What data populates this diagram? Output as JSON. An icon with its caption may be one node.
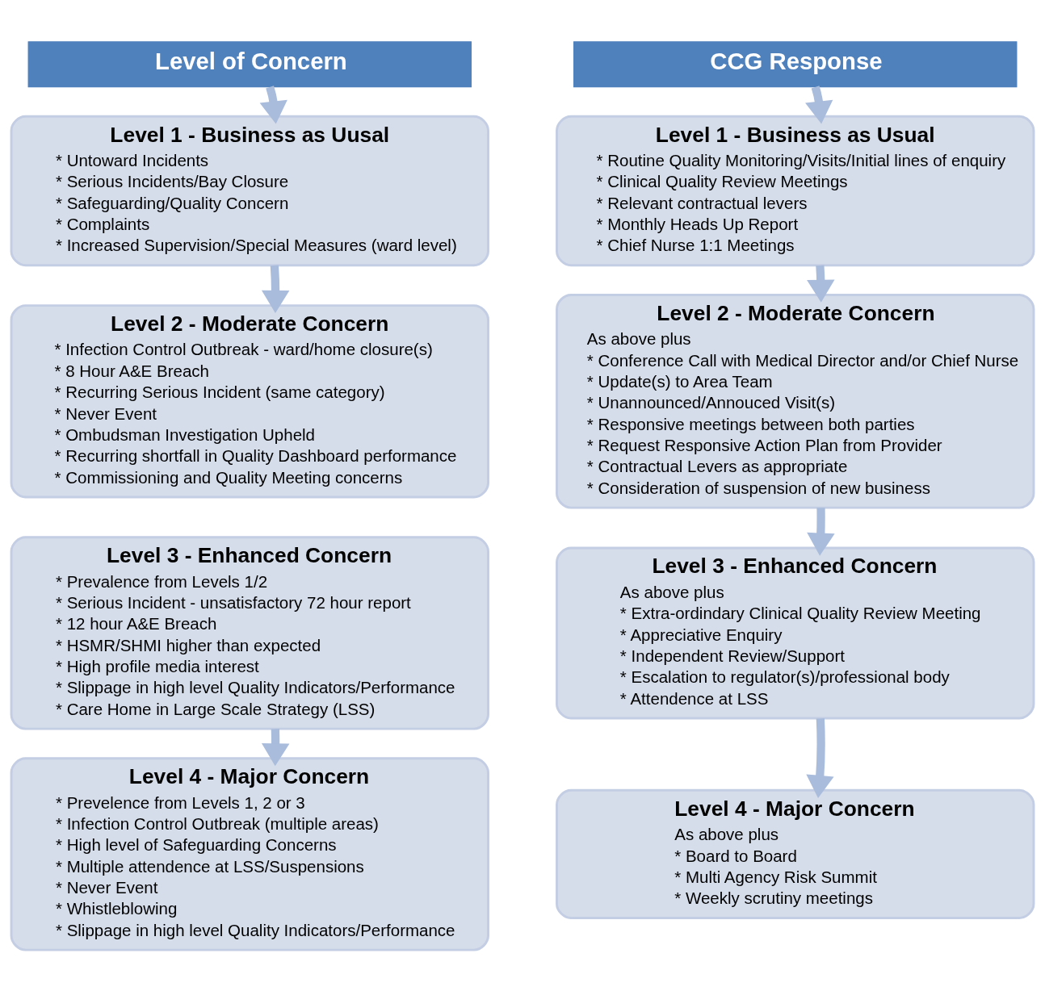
{
  "diagram": {
    "nodes": [
      {
        "text": [
          "Level of Concern"
        ]
      },
      {
        "text": [
          "Level 1 - Business as Uusal",
          "* Untoward Incidents",
          "* Serious Incidents/Bay Closure",
          "* Safeguarding/Quality Concern",
          "* Complaints",
          "* Increased Supervision/Special Measures (ward level)"
        ]
      },
      {
        "text": [
          "Level 2 - Moderate Concern",
          "* Infection Control Outbreak - ward/home closure(s)",
          "* 8 Hour A&E Breach",
          "* Recurring Serious Incident (same category)",
          "* Never Event",
          "* Ombudsman Investigation Upheld",
          "* Recurring shortfall in Quality Dashboard performance",
          "* Commissioning and Quality Meeting concerns"
        ]
      },
      {
        "text": [
          "Level 3 - Enhanced Concern",
          "* Prevalence from Levels 1/2",
          "* Serious Incident - unsatisfactory 72 hour report",
          "* 12 hour A&E Breach",
          "* HSMR/SHMI higher than expected",
          "* High profile media interest",
          "* Slippage in high level Quality Indicators/Performance",
          "* Care Home in Large Scale Strategy (LSS)"
        ]
      },
      {
        "text": [
          "Level 4 - Major Concern",
          "* Prevelence from Levels 1, 2 or 3",
          "* Infection Control Outbreak (multiple areas)",
          "* High level of Safeguarding Concerns",
          "* Multiple attendence at LSS/Suspensions",
          "* Never Event",
          "* Whistleblowing",
          "* Slippage in high level Quality Indicators/Performance"
        ]
      },
      {
        "text": [
          "CCG Response"
        ]
      },
      {
        "text": [
          "Level 1 - Business as Usual",
          "* Routine Quality Monitoring/Visits/Initial lines of enquiry",
          "* Clinical Quality Review Meetings",
          "* Relevant contractual levers",
          "* Monthly Heads Up Report",
          "* Chief Nurse 1:1 Meetings"
        ]
      },
      {
        "text": [
          "Level 2 - Moderate Concern",
          "As above plus",
          "* Conference Call with Medical Director and/or Chief Nurse",
          "* Update(s) to Area Team",
          "* Unannounced/Annouced Visit(s)",
          "* Responsive meetings between both parties",
          "* Request Responsive Action Plan from Provider",
          "* Contractual Levers as appropriate",
          "* Consideration of suspension of new business"
        ]
      },
      {
        "text": [
          "Level 3 - Enhanced Concern",
          "As above plus",
          "* Extra-ordindary Clinical Quality Review Meeting",
          "* Appreciative Enquiry",
          "* Independent Review/Support",
          "* Escalation to regulator(s)/professional body",
          "* Attendence at LSS"
        ]
      },
      {
        "text": [
          "Level 4 - Major Concern",
          "As above plus",
          "* Board to Board",
          "* Multi Agency Risk Summit",
          "* Weekly scrutiny meetings"
        ]
      }
    ],
    "edges": [
      {
        "from": 0,
        "to": 1,
        "arrow": "to"
      },
      {
        "from": 1,
        "to": 2,
        "arrow": "to"
      },
      {
        "from": 3,
        "to": 4,
        "arrow": "to"
      },
      {
        "from": 5,
        "to": 6,
        "arrow": "to"
      },
      {
        "from": 6,
        "to": 7,
        "arrow": "to"
      },
      {
        "from": 7,
        "to": 8,
        "arrow": "to"
      },
      {
        "from": 8,
        "to": 9,
        "arrow": "to"
      }
    ]
  }
}
